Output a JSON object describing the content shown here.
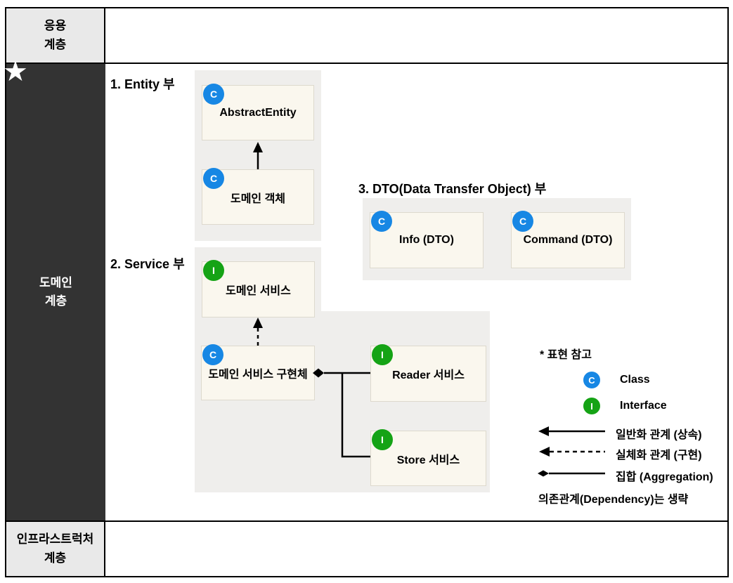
{
  "colors": {
    "class_blue": "#1787e4",
    "interface_green": "#15a315",
    "layer_dark": "#333333",
    "layer_gray": "#e9e9e9",
    "panel_gray": "#efeeec",
    "node_cream": "#faf7ee"
  },
  "layers": {
    "application": {
      "line1": "응용",
      "line2": "계층"
    },
    "domain": {
      "line1": "도메인",
      "line2": "계층"
    },
    "infrastructure": {
      "line1": "인프라스트럭처",
      "line2": "계층"
    }
  },
  "sections": {
    "entity_title": "1. Entity 부",
    "service_title": "2. Service 부",
    "dto_title": "3. DTO(Data Transfer Object) 부"
  },
  "badges": {
    "class": "C",
    "interface": "I"
  },
  "icons": {
    "star": "★"
  },
  "nodes": {
    "abstract_entity": "AbstractEntity",
    "domain_object": "도메인 객체",
    "domain_service": "도메인 서비스",
    "domain_service_impl": "도메인 서비스 구현체",
    "reader_service": "Reader 서비스",
    "store_service": "Store 서비스",
    "info_dto": "Info (DTO)",
    "command_dto": "Command (DTO)"
  },
  "relations": [
    {
      "from": "domain_object",
      "to": "abstract_entity",
      "type": "generalization"
    },
    {
      "from": "domain_service_impl",
      "to": "domain_service",
      "type": "realization"
    },
    {
      "from": "reader_service",
      "to": "domain_service_impl",
      "type": "aggregation"
    },
    {
      "from": "store_service",
      "to": "domain_service_impl",
      "type": "aggregation"
    }
  ],
  "legend": {
    "title": "* 표현 참고",
    "class_label": "Class",
    "interface_label": "Interface",
    "generalization_label": "일반화 관계 (상속)",
    "realization_label": "실체화 관계 (구현)",
    "aggregation_label": "집합 (Aggregation)",
    "note": "의존관계(Dependency)는 생략"
  }
}
